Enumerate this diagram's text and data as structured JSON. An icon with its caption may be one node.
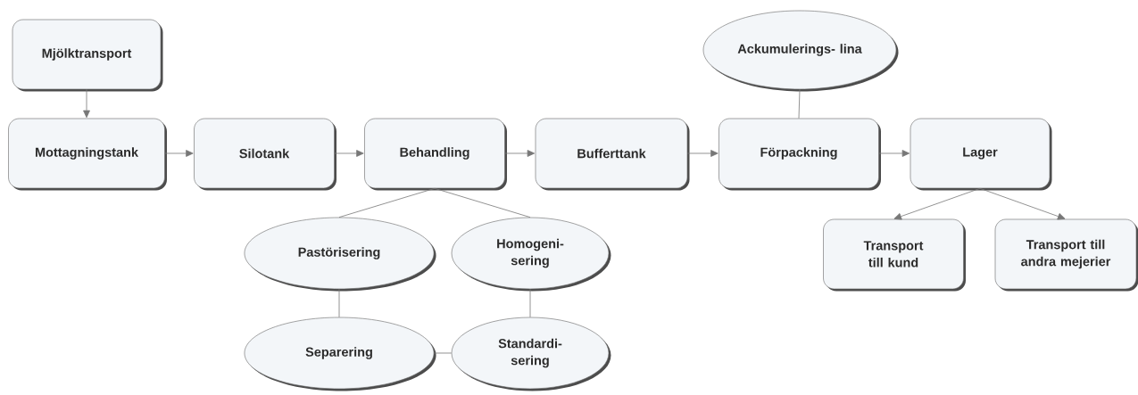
{
  "diagram": {
    "nodes": [
      {
        "text": [
          "Mjölktransport"
        ]
      },
      {
        "text": [
          "Mottagningstank"
        ]
      },
      {
        "text": [
          "Silotank"
        ]
      },
      {
        "text": [
          "Behandling"
        ]
      },
      {
        "text": [
          "Bufferttank"
        ]
      },
      {
        "text": [
          "Ackumulerings- lina"
        ]
      },
      {
        "text": [
          "Förpackning"
        ]
      },
      {
        "text": [
          "Lager"
        ]
      },
      {
        "text": [
          "Pastörisering"
        ]
      },
      {
        "text": [
          "Homogeni- sering"
        ]
      },
      {
        "text": [
          "Separering"
        ]
      },
      {
        "text": [
          "Standardi- sering"
        ]
      },
      {
        "text": [
          "Transport till kund"
        ]
      },
      {
        "text": [
          "Transport till andra mejerier"
        ]
      }
    ],
    "edges": [
      {
        "from": 0,
        "to": 1,
        "arrow": "to"
      },
      {
        "from": 1,
        "to": 2,
        "arrow": "to"
      },
      {
        "from": 2,
        "to": 3,
        "arrow": "to"
      },
      {
        "from": 3,
        "to": 4,
        "arrow": "to"
      },
      {
        "from": 4,
        "to": 6,
        "arrow": "to"
      },
      {
        "from": 5,
        "to": 6,
        "arrow": "none"
      },
      {
        "from": 6,
        "to": 7,
        "arrow": "to"
      },
      {
        "from": 3,
        "to": 8,
        "arrow": "none"
      },
      {
        "from": 3,
        "to": 9,
        "arrow": "none"
      },
      {
        "from": 8,
        "to": 10,
        "arrow": "none"
      },
      {
        "from": 10,
        "to": 11,
        "arrow": "none"
      },
      {
        "from": 9,
        "to": 11,
        "arrow": "none"
      },
      {
        "from": 7,
        "to": 12,
        "arrow": "to"
      },
      {
        "from": 7,
        "to": 13,
        "arrow": "to"
      }
    ]
  }
}
